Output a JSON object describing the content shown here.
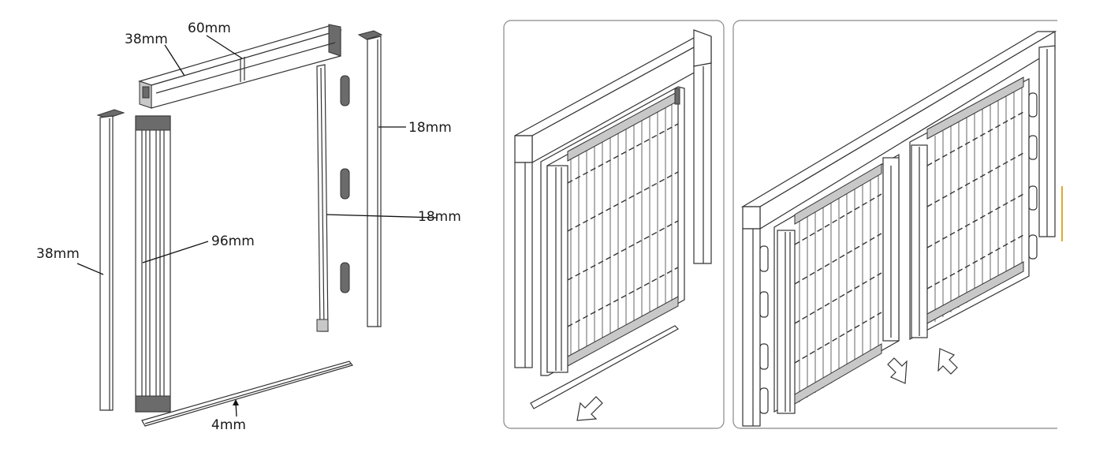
{
  "dimensions": {
    "top_rail_depth": "38mm",
    "top_rail_height": "60mm",
    "right_post_width": "18mm",
    "guide_track_width": "18mm",
    "left_post_width": "38mm",
    "mesh_frame_width": "96mm",
    "bottom_track_height": "4mm"
  },
  "colors": {
    "line": "#333333",
    "cap": "#6b6b6b",
    "accent": "#e0a830"
  },
  "panels": {
    "left_arrow_icon": "outline-arrow-down-left-icon",
    "right_arrows_icons": [
      "outline-arrow-left-icon",
      "outline-arrow-right-icon"
    ]
  }
}
